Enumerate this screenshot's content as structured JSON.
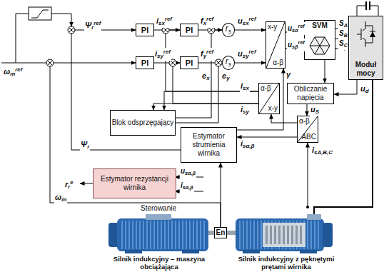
{
  "diagram": {
    "nodes": [
      {
        "text": [
          "PI"
        ]
      },
      {
        "text": [
          "PI"
        ]
      },
      {
        "text": [
          "rs"
        ]
      },
      {
        "text": [
          "PI"
        ]
      },
      {
        "text": [
          "PI"
        ]
      },
      {
        "text": [
          "rs"
        ]
      },
      {
        "text": [
          "x-y",
          "α-β"
        ]
      },
      {
        "text": [
          "SVM"
        ]
      },
      {
        "text": [
          "Moduł mocy"
        ]
      },
      {
        "text": [
          "Obliczanie napięcia"
        ]
      },
      {
        "text": [
          "α-β",
          "x-y"
        ]
      },
      {
        "text": [
          "α-β",
          "ABC"
        ]
      },
      {
        "text": [
          "Blok odsprzęgający"
        ]
      },
      {
        "text": [
          "Estymator strumienia wirnika"
        ]
      },
      {
        "text": [
          "Estymator rezystancji wirnika"
        ]
      },
      {
        "text": [
          "En"
        ]
      }
    ],
    "edges": [
      {
        "from": 0,
        "to": 1,
        "arrow": "to"
      },
      {
        "from": 1,
        "to": 2,
        "arrow": "to"
      },
      {
        "from": 2,
        "to": 6,
        "arrow": "to"
      },
      {
        "from": 3,
        "to": 4,
        "arrow": "to"
      },
      {
        "from": 4,
        "to": 5,
        "arrow": "to"
      },
      {
        "from": 5,
        "to": 6,
        "arrow": "to"
      },
      {
        "from": 6,
        "to": 7,
        "arrow": "to"
      },
      {
        "from": 6,
        "to": 7,
        "arrow": "to"
      },
      {
        "from": 7,
        "to": 8,
        "arrow": "to"
      },
      {
        "from": 7,
        "to": 8,
        "arrow": "to"
      },
      {
        "from": 7,
        "to": 8,
        "arrow": "to"
      },
      {
        "from": 7,
        "to": 9,
        "arrow": "to"
      },
      {
        "from": 8,
        "to": 9,
        "arrow": "to"
      },
      {
        "from": 9,
        "to": 11,
        "arrow": "to"
      },
      {
        "from": 11,
        "to": 10,
        "arrow": "to"
      },
      {
        "from": 11,
        "to": 13,
        "arrow": "to"
      },
      {
        "from": 13,
        "to": 6,
        "arrow": "to"
      },
      {
        "from": 10,
        "to": 12,
        "arrow": "to"
      },
      {
        "from": 10,
        "to": 12,
        "arrow": "to"
      },
      {
        "from": 10,
        "to": 1,
        "arrow": "to"
      },
      {
        "from": 10,
        "to": 4,
        "arrow": "to"
      },
      {
        "from": 12,
        "to": 2,
        "arrow": "to"
      },
      {
        "from": 12,
        "to": 5,
        "arrow": "to"
      },
      {
        "from": 13,
        "to": 0,
        "arrow": "to"
      },
      {
        "from": 15,
        "to": 3,
        "arrow": "to"
      },
      {
        "from": 15,
        "to": 13,
        "arrow": "to"
      }
    ],
    "labels": [
      "ωmref",
      "Ψrref",
      "isxref",
      "fxref",
      "usxref",
      "usαref",
      "isyref",
      "fyref",
      "usyref",
      "usβref",
      "ey",
      "ex",
      "γ",
      "SA",
      "SB",
      "SC",
      "isx",
      "isy",
      "ud",
      "uS",
      "isα,β",
      "isA,B,C",
      "Ψr",
      "rre",
      "usα,β",
      "isα,β",
      "ωm",
      "Sterowanie",
      "Silnik indukcyjny – maszyna obciążająca",
      "Silnik indukcyjny z pęknętymi prętami wirnika"
    ]
  }
}
